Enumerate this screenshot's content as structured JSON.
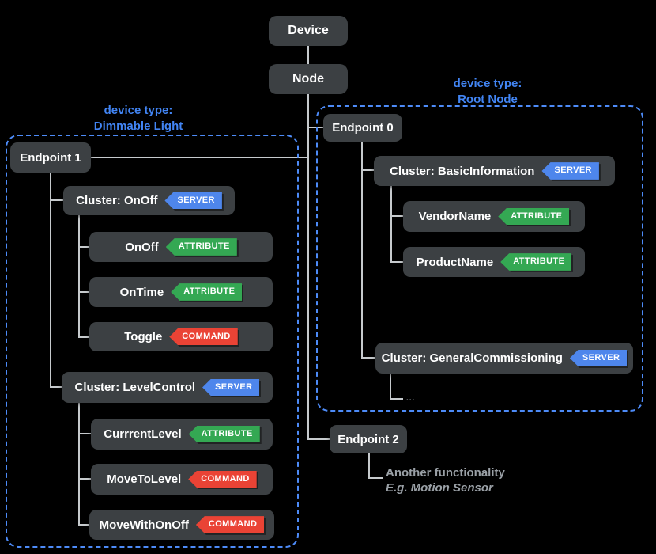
{
  "diagram": {
    "device_label": "Device",
    "node_label": "Node",
    "colors": {
      "background": "#000000",
      "box_bg": "#3c4043",
      "connector": "#c6cacd",
      "accent_blue": "#4285f4",
      "outline_blue": "#4d8bf8",
      "server_badge": "#4e86ec",
      "attribute_badge": "#34a853",
      "command_badge": "#ea4335",
      "muted_text": "#9aa0a6"
    },
    "left_group": {
      "device_type_label": "device type:",
      "device_type_value": "Dimmable Light",
      "endpoint_label": "Endpoint 1",
      "clusters": [
        {
          "name": "Cluster: OnOff",
          "role": "SERVER",
          "items": [
            {
              "name": "OnOff",
              "tag": "ATTRIBUTE"
            },
            {
              "name": "OnTime",
              "tag": "ATTRIBUTE"
            },
            {
              "name": "Toggle",
              "tag": "COMMAND"
            }
          ]
        },
        {
          "name": "Cluster: LevelControl",
          "role": "SERVER",
          "items": [
            {
              "name": "CurrrentLevel",
              "tag": "ATTRIBUTE"
            },
            {
              "name": "MoveToLevel",
              "tag": "COMMAND"
            },
            {
              "name": "MoveWithOnOff",
              "tag": "COMMAND"
            }
          ]
        }
      ]
    },
    "right_group": {
      "device_type_label": "device type:",
      "device_type_value": "Root Node",
      "endpoint_label": "Endpoint 0",
      "clusters": [
        {
          "name": "Cluster: BasicInformation",
          "role": "SERVER",
          "items": [
            {
              "name": "VendorName",
              "tag": "ATTRIBUTE"
            },
            {
              "name": "ProductName",
              "tag": "ATTRIBUTE"
            }
          ]
        },
        {
          "name": "Cluster: GeneralCommissioning",
          "role": "SERVER",
          "items": []
        }
      ],
      "ellipsis": "..."
    },
    "endpoint2": {
      "label": "Endpoint 2",
      "note_line1": "Another functionality",
      "note_line2": "E.g. Motion Sensor"
    }
  }
}
